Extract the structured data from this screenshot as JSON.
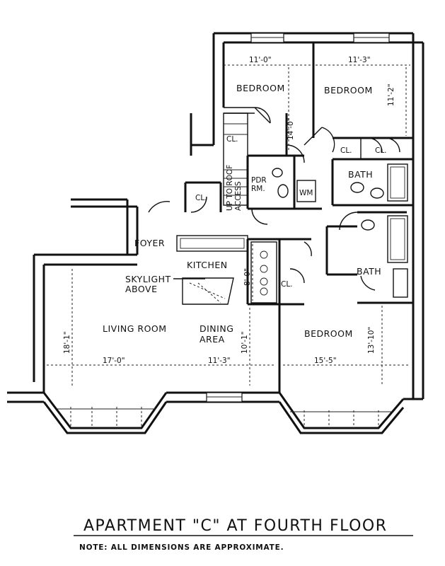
{
  "rooms": {
    "bedroom_1": "BEDROOM",
    "bedroom_2": "BEDROOM",
    "bedroom_3": "BEDROOM",
    "living_room": "LIVING ROOM",
    "dining_line1": "DINING",
    "dining_line2": "AREA",
    "kitchen": "KITCHEN",
    "foyer": "FOYER",
    "bath_1": "BATH",
    "bath_2": "BATH",
    "pdr_line1": "PDR",
    "pdr_line2": "RM.",
    "closet_1": "CL.",
    "closet_2": "CL.",
    "closet_3": "CL.",
    "closet_4": "CL.",
    "closet_5": "CL.",
    "wm": "WM",
    "skylight_line1": "SKYLIGHT",
    "skylight_line2": "ABOVE",
    "stair_line1": "UP TO ROOF",
    "stair_line2": "ACCESS"
  },
  "dimensions": {
    "bedroom_1_width": "11'-0\"",
    "bedroom_1_depth": "14'-0\"",
    "bedroom_2_width": "11'-3\"",
    "bedroom_2_depth": "11'-2\"",
    "kitchen_depth": "8'-0\"",
    "living_width": "17'-0\"",
    "living_depth": "18'-1\"",
    "dining_width": "11'-3\"",
    "dining_depth": "10'-1\"",
    "bedroom_3_width": "15'-5\"",
    "bedroom_3_depth": "13'-10\""
  },
  "footer": {
    "title": "APARTMENT \"C\" AT FOURTH FLOOR",
    "note": "NOTE: ALL DIMENSIONS ARE APPROXIMATE."
  }
}
